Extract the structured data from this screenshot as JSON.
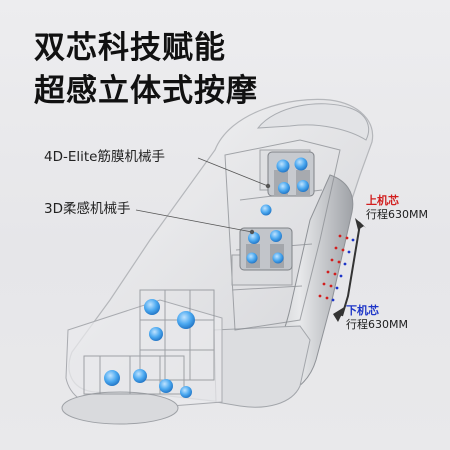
{
  "headline": {
    "line1": "双芯科技赋能",
    "line2": "超感立体式按摩"
  },
  "callouts": {
    "c1": "4D-Elite筋膜机械手",
    "c2": "3D柔感机械手"
  },
  "cores": {
    "upper_title": "上机芯",
    "upper_travel": "行程630MM",
    "lower_title": "下机芯",
    "lower_travel": "行程630MM"
  },
  "colors": {
    "upper_accent": "#d21e1e",
    "lower_accent": "#1d35c8",
    "roller_blue": "#4aa8f0"
  }
}
